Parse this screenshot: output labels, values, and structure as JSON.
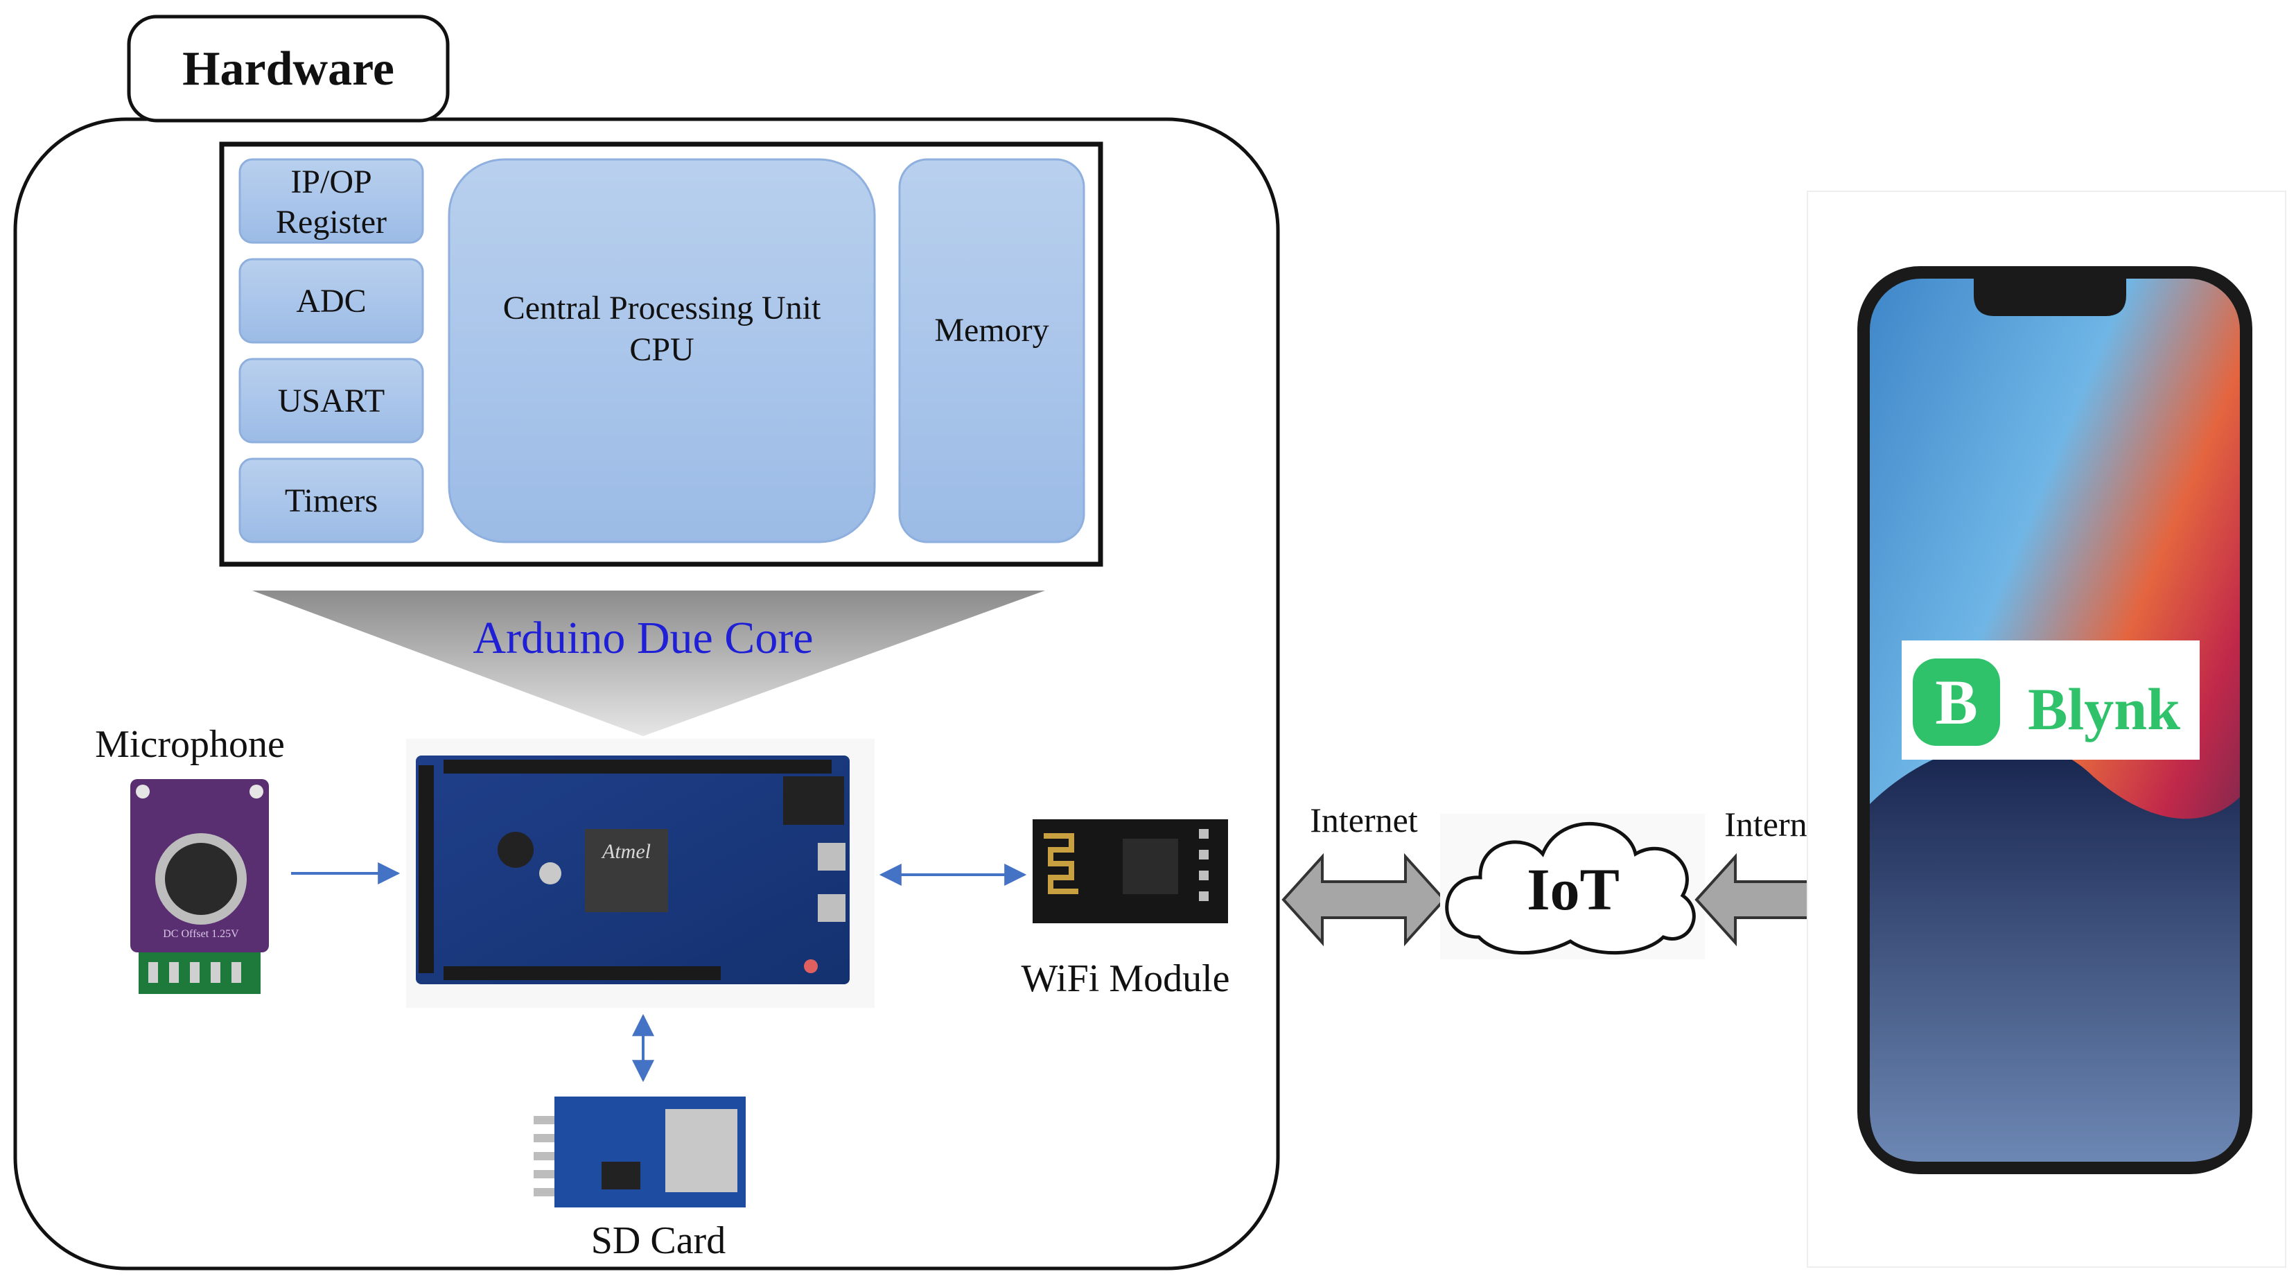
{
  "hardware": {
    "title": "Hardware",
    "core": {
      "ip_op_line1": "IP/OP",
      "ip_op_line2": "Register",
      "adc": "ADC",
      "usart": "USART",
      "timers": "Timers",
      "cpu_line1": "Central Processing Unit",
      "cpu_line2": "CPU",
      "memory": "Memory"
    },
    "core_caption": "Arduino Due Core",
    "microphone": "Microphone",
    "wifi_module": "WiFi Module",
    "sd_card": "SD Card",
    "chip_brand": "Atmel",
    "mic_board_text": "DC Offset 1.25V"
  },
  "network": {
    "link_left": "Internet",
    "link_right": "Internet",
    "cloud": "IoT"
  },
  "phone": {
    "app_name": "Blynk",
    "app_logo_letter": "B"
  },
  "colors": {
    "block_fill": "#a7c3e8",
    "block_stroke": "#7aa0d4",
    "caption_blue": "#1f1fd6",
    "arrow_blue": "#4472c4",
    "arrow_gray": "#a6a6a6",
    "blynk_green": "#2fc26b"
  }
}
